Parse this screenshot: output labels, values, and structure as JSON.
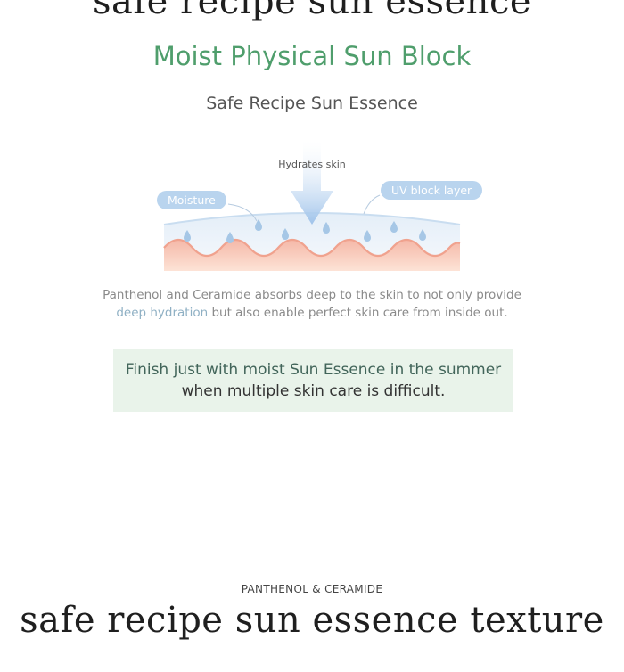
{
  "top_title": "safe recipe sun essence",
  "headline": "Moist Physical Sun Block",
  "subtitle": "Safe Recipe Sun Essence",
  "diagram": {
    "hydrates_label": "Hydrates skin",
    "moisture_label": "Moisture",
    "uv_label": "UV block layer",
    "colors": {
      "pill": "#b9d4ee",
      "arrow": "#a9caec",
      "skin": "#f7c9b8",
      "drop": "#a6c7e6"
    }
  },
  "description": {
    "line1": "Panthenol and Ceramide absorbs deep to the skin to not only provide",
    "line2_highlight": "deep hydration",
    "line2_rest": " but also enable perfect skin care from inside out."
  },
  "callout": {
    "line1": "Finish just with moist Sun Essence in the summer",
    "line2": "when multiple skin care is difficult."
  },
  "eyebrow": "PANTHENOL & CERAMIDE",
  "bottom_title": "safe recipe sun essence texture",
  "colors": {
    "headline": "#4f9e6c",
    "callout_bg": "#e9f3ea",
    "highlight_text": "#8fb0c4"
  }
}
